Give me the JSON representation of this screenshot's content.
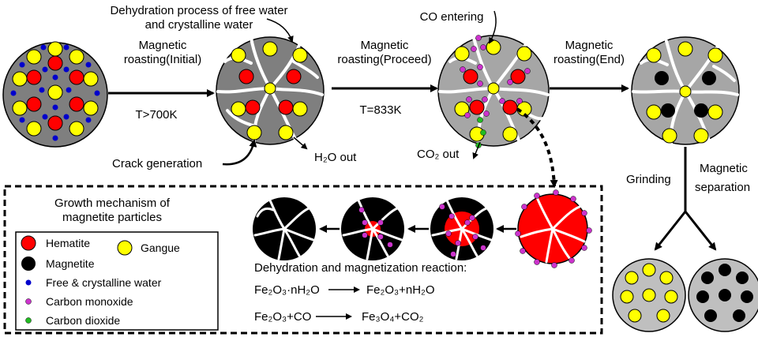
{
  "labels": {
    "dehydration_process_line1": "Dehydration process of free water",
    "dehydration_process_line2": "and crystalline water",
    "co_entering": "CO entering",
    "roast_initial_line1": "Magnetic",
    "roast_initial_line2": "roasting(Initial)",
    "roast_proceed_line1": "Magnetic",
    "roast_proceed_line2": "roasting(Proceed)",
    "roast_end_line1": "Magnetic",
    "roast_end_line2": "roasting(End)",
    "temp_700": "T>700K",
    "temp_833": "T=833K",
    "crack_generation": "Crack generation",
    "h2o_out": "H₂O out",
    "co2_out": "CO₂ out",
    "grinding": "Grinding",
    "magnetic_separation_line1": "Magnetic",
    "magnetic_separation_line2": "separation",
    "growth_mechanism_line1": "Growth mechanism of",
    "growth_mechanism_line2": "magnetite particles",
    "reaction_title": "Dehydration and magnetization reaction:",
    "reaction1_left": "Fe₂O₃·nH₂O",
    "reaction1_right": "Fe₂O₃+nH₂O",
    "reaction2_left": "Fe₂O₃+CO",
    "reaction2_right": "Fe₃O₄+CO₂"
  },
  "legend": {
    "hematite": "Hematite",
    "gangue": "Gangue",
    "magnetite": "Magnetite",
    "water": "Free  & crystalline water",
    "carbon_monoxide": "Carbon monoxide",
    "carbon_dioxide": "Carbon dioxide"
  },
  "colors": {
    "hematite": "#ff0000",
    "gangue": "#ffff00",
    "magnetite": "#000000",
    "water": "#0000cc",
    "carbon_monoxide": "#cc33cc",
    "carbon_dioxide": "#22bb22",
    "particle_dark": "#7f7f7f",
    "particle_mid": "#a6a6a6",
    "particle_light": "#c8c8c8"
  }
}
